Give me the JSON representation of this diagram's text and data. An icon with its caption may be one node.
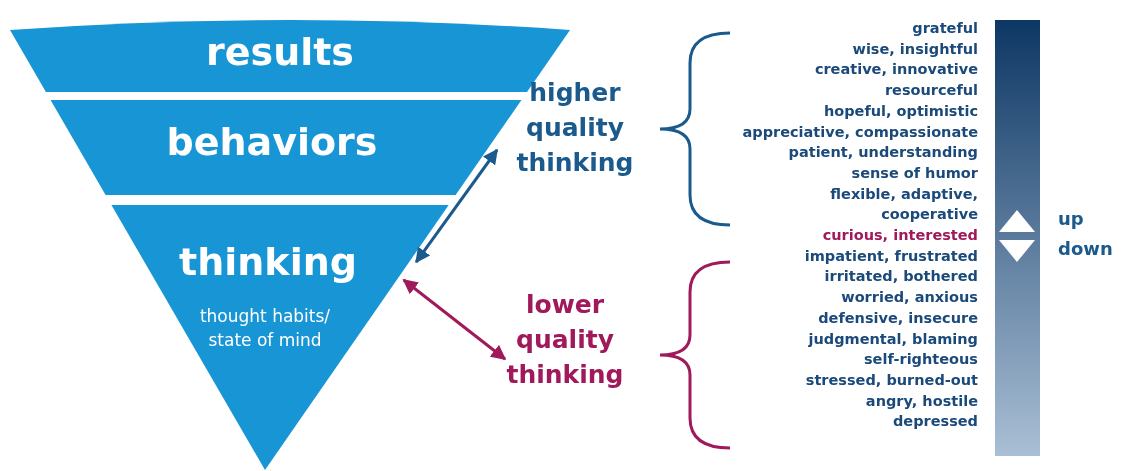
{
  "diagram": {
    "nodes": [
      {
        "text": [
          "results"
        ]
      },
      {
        "text": [
          "behaviors"
        ]
      },
      {
        "text": [
          "thinking",
          "thought habits/ state of mind"
        ]
      },
      {
        "text": [
          "higher quality thinking"
        ]
      },
      {
        "text": [
          "lower quality thinking"
        ]
      }
    ],
    "edges": [
      {
        "from": 2,
        "to": 3,
        "arrow": "both",
        "color": "#1a5a8c"
      },
      {
        "from": 2,
        "to": 4,
        "arrow": "both",
        "color": "#a0195a"
      }
    ],
    "labels": [
      "grateful",
      "wise, insightful",
      "creative, innovative",
      "resourceful",
      "hopeful, optimistic",
      "appreciative, compassionate",
      "patient, understanding",
      "sense of humor",
      "flexible, adaptive,",
      "cooperative",
      "curious, interested",
      "impatient, frustrated",
      "irritated, bothered",
      "worried, anxious",
      "defensive, insecure",
      "judgmental, blaming",
      "self-righteous",
      "stressed, burned-out",
      "angry, hostile",
      "depressed",
      "up",
      "down"
    ]
  }
}
